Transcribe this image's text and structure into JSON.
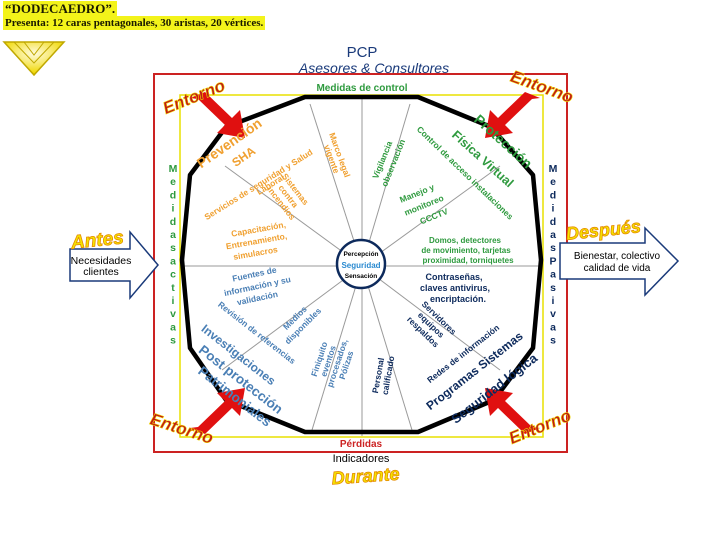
{
  "header": {
    "title": "“DODECAEDRO”.",
    "subtitle": "Presenta: 12 caras pentagonales, 30 aristas, 20 vértices."
  },
  "top": {
    "line1": "PCP",
    "line2": "Asesores & Consultores"
  },
  "frame": {
    "top_label": "Medidas de control",
    "bottom_label": "Pérdidas",
    "below_bottom": "Indicadores",
    "bottom_title": "Durante",
    "left_vertical": "Medidas activas",
    "right_vertical": "Medidas Pasivas",
    "corner_label": "Entorno"
  },
  "sides": {
    "left_title": "Antes",
    "left_text": [
      "Necesidades",
      "clientes"
    ],
    "right_title": "Después",
    "right_text": [
      "Bienestar, colectivo",
      "calidad de vida"
    ]
  },
  "center": {
    "top": "Percepción",
    "middle": "Seguridad",
    "bottom": "Sensación"
  },
  "quadrants": {
    "prevencion": {
      "title": "Prevención",
      "sub": "SHA",
      "color": "#f0a030"
    },
    "proteccion": {
      "title": "Protección",
      "sub": "Física  Virtual",
      "color": "#2e9a3e"
    },
    "post": {
      "title": [
        "Post protección",
        "Patrimoniales"
      ],
      "sub": "Investigaciones",
      "color": "#4a7fb5"
    },
    "logica": {
      "title": "Seguridad lógica",
      "sub": "Programas  Sistemas",
      "color": "#0d2a5c"
    }
  },
  "segments": {
    "s1": [
      "Servicios de seguridad y Salud",
      "Laboral"
    ],
    "s2": [
      "Sistemas",
      "contra",
      "incendios"
    ],
    "s3": [
      "Marco legal",
      "vigente"
    ],
    "s4": [
      "Capacitación,",
      "Entrenamiento,",
      "simulacros"
    ],
    "s5": [
      "Vigilancia",
      "observación"
    ],
    "s6": [
      "Control de acceso instalaciones"
    ],
    "s7": [
      "Manejo y",
      "monitoreo",
      "CCCTV"
    ],
    "s8": [
      "Domos, detectores",
      "de movimiento, tarjetas",
      "proximidad, torniquetes"
    ],
    "s9": [
      "Fuentes de",
      "información y su",
      "validación"
    ],
    "s10": [
      "Revisión de referencias"
    ],
    "s11": [
      "Medios",
      "disponibles"
    ],
    "s12": [
      "Finiquito",
      "eventos",
      "procesados,",
      "Pólizas"
    ],
    "s13": [
      "Contraseñas,",
      "claves antivirus,",
      "encriptación."
    ],
    "s14": [
      "Servidores",
      "equipos",
      "respaldos"
    ],
    "s15": [
      "Redes de información"
    ],
    "s16": [
      "Personal",
      "calificado"
    ]
  },
  "colors": {
    "frame_red": "#cc2222",
    "frame_yellow": "#e8e000",
    "arrow_red": "#e01010",
    "fire_yellow": "#f5e400",
    "fire_orange": "#e58a00",
    "spoke_gray": "#999999"
  },
  "icons": [
    "diamond-logo-icon",
    "red-corner-arrow-icon",
    "right-arrow-icon"
  ]
}
